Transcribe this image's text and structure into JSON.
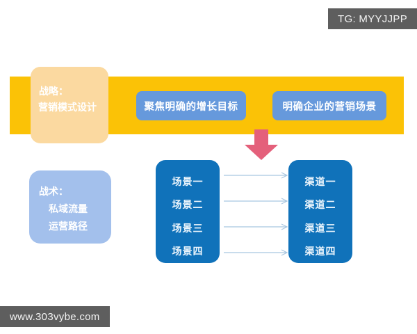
{
  "watermarks": {
    "top": "TG: MYYJJPP",
    "bottom": "www.303vybe.com"
  },
  "colors": {
    "band_orange": "#FBC206",
    "card_cream": "#FBD9A0",
    "pill_blue": "#6699DC",
    "card_light_blue": "#A3C0EC",
    "column_blue": "#1072BA",
    "arrow_pink": "#E4607B",
    "connector_blue": "#A8C6E0",
    "watermark_gray": "#5E5E5E"
  },
  "strategy": {
    "card": {
      "line1": "战略：",
      "line2": "营销模式设计"
    },
    "pills": [
      {
        "label": "聚焦明确的增长目标"
      },
      {
        "label": "明确企业的营销场景"
      }
    ]
  },
  "tactics": {
    "card": {
      "line1": "战术：",
      "line2": "私域流量",
      "line3": "运营路径"
    }
  },
  "flow": {
    "scenes": [
      {
        "label": "场景一"
      },
      {
        "label": "场景二"
      },
      {
        "label": "场景三"
      },
      {
        "label": "场景四"
      }
    ],
    "channels": [
      {
        "label": "渠道一"
      },
      {
        "label": "渠道二"
      },
      {
        "label": "渠道三"
      },
      {
        "label": "渠道四"
      }
    ]
  }
}
